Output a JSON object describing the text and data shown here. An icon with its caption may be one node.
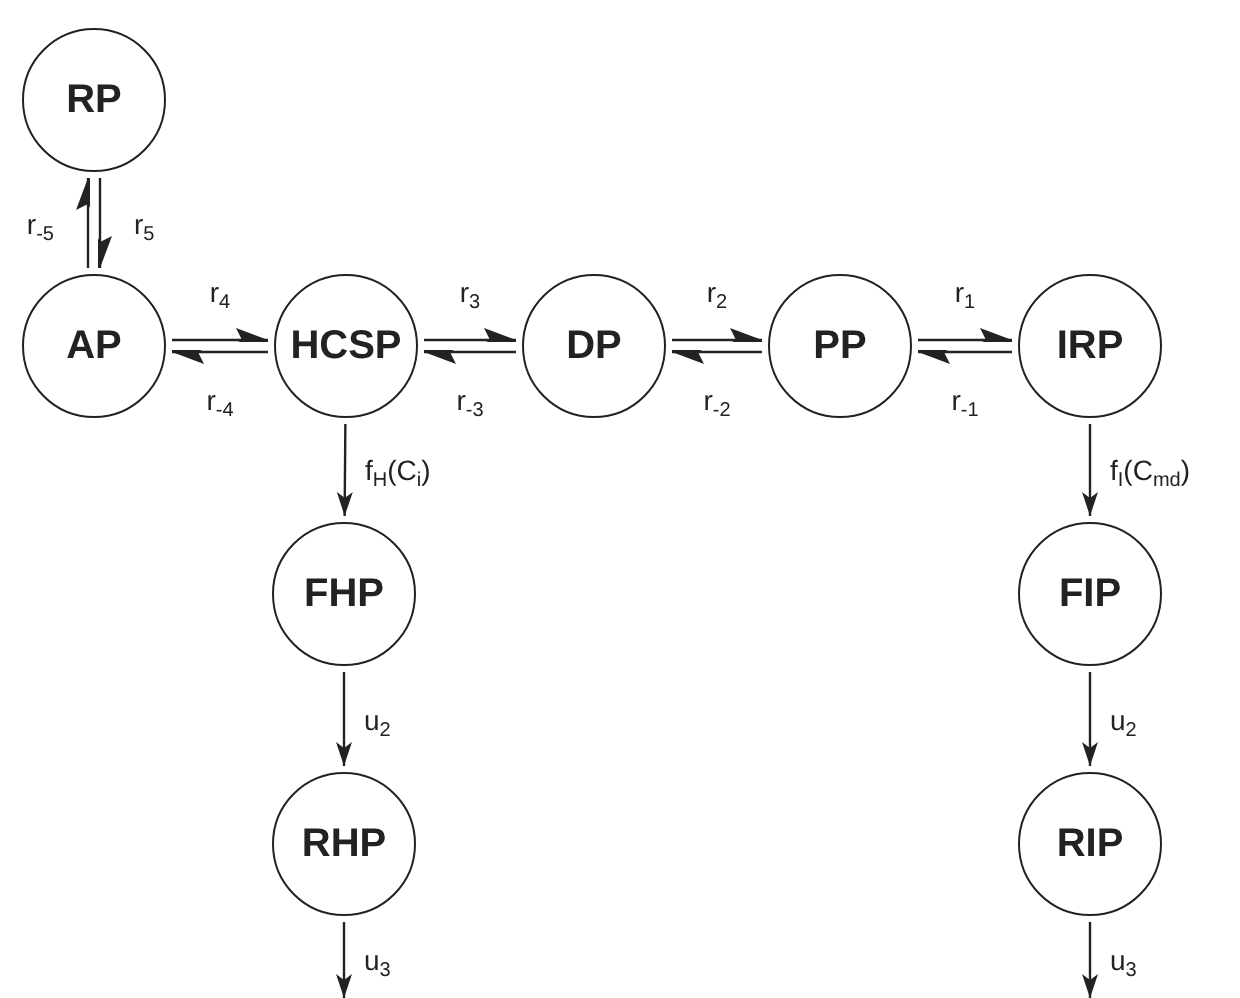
{
  "diagram": {
    "nodes": [
      {
        "text": [
          "RP"
        ]
      },
      {
        "text": [
          "AP"
        ]
      },
      {
        "text": [
          "HCSP"
        ]
      },
      {
        "text": [
          "DP"
        ]
      },
      {
        "text": [
          "PP"
        ]
      },
      {
        "text": [
          "IRP"
        ]
      },
      {
        "text": [
          "FHP"
        ]
      },
      {
        "text": [
          "RHP"
        ]
      },
      {
        "text": [
          "FIP"
        ]
      },
      {
        "text": [
          "RIP"
        ]
      }
    ],
    "edges": [
      {
        "from": 0,
        "to": 1,
        "arrow": "to",
        "label": "r$_{5}$"
      },
      {
        "from": 1,
        "to": 0,
        "arrow": "to",
        "label": "r$_{-5}$"
      },
      {
        "from": 1,
        "to": 2,
        "arrow": "to",
        "label": "r$_{4}$"
      },
      {
        "from": 2,
        "to": 1,
        "arrow": "to",
        "label": "r$_{-4}$"
      },
      {
        "from": 2,
        "to": 3,
        "arrow": "to",
        "label": "r$_{3}$"
      },
      {
        "from": 3,
        "to": 2,
        "arrow": "to",
        "label": "r$_{-3}$"
      },
      {
        "from": 3,
        "to": 4,
        "arrow": "to",
        "label": "r$_{2}$"
      },
      {
        "from": 4,
        "to": 3,
        "arrow": "to",
        "label": "r$_{-2}$"
      },
      {
        "from": 4,
        "to": 5,
        "arrow": "to",
        "label": "r$_{1}$"
      },
      {
        "from": 5,
        "to": 4,
        "arrow": "to",
        "label": "r$_{-1}$"
      },
      {
        "from": 2,
        "to": 6,
        "arrow": "to",
        "label": "f$_{H}$(C$_{i}$)"
      },
      {
        "from": 6,
        "to": 7,
        "arrow": "to",
        "label": "u$_{2}$"
      },
      {
        "from": 7,
        "to": null,
        "arrow": "to",
        "label": "u$_{3}$"
      },
      {
        "from": 5,
        "to": 8,
        "arrow": "to",
        "label": "f$_{I}$(C$_{md}$)"
      },
      {
        "from": 8,
        "to": 9,
        "arrow": "to",
        "label": "u$_{2}$"
      },
      {
        "from": 9,
        "to": null,
        "arrow": "to",
        "label": "u$_{3}$"
      }
    ]
  }
}
